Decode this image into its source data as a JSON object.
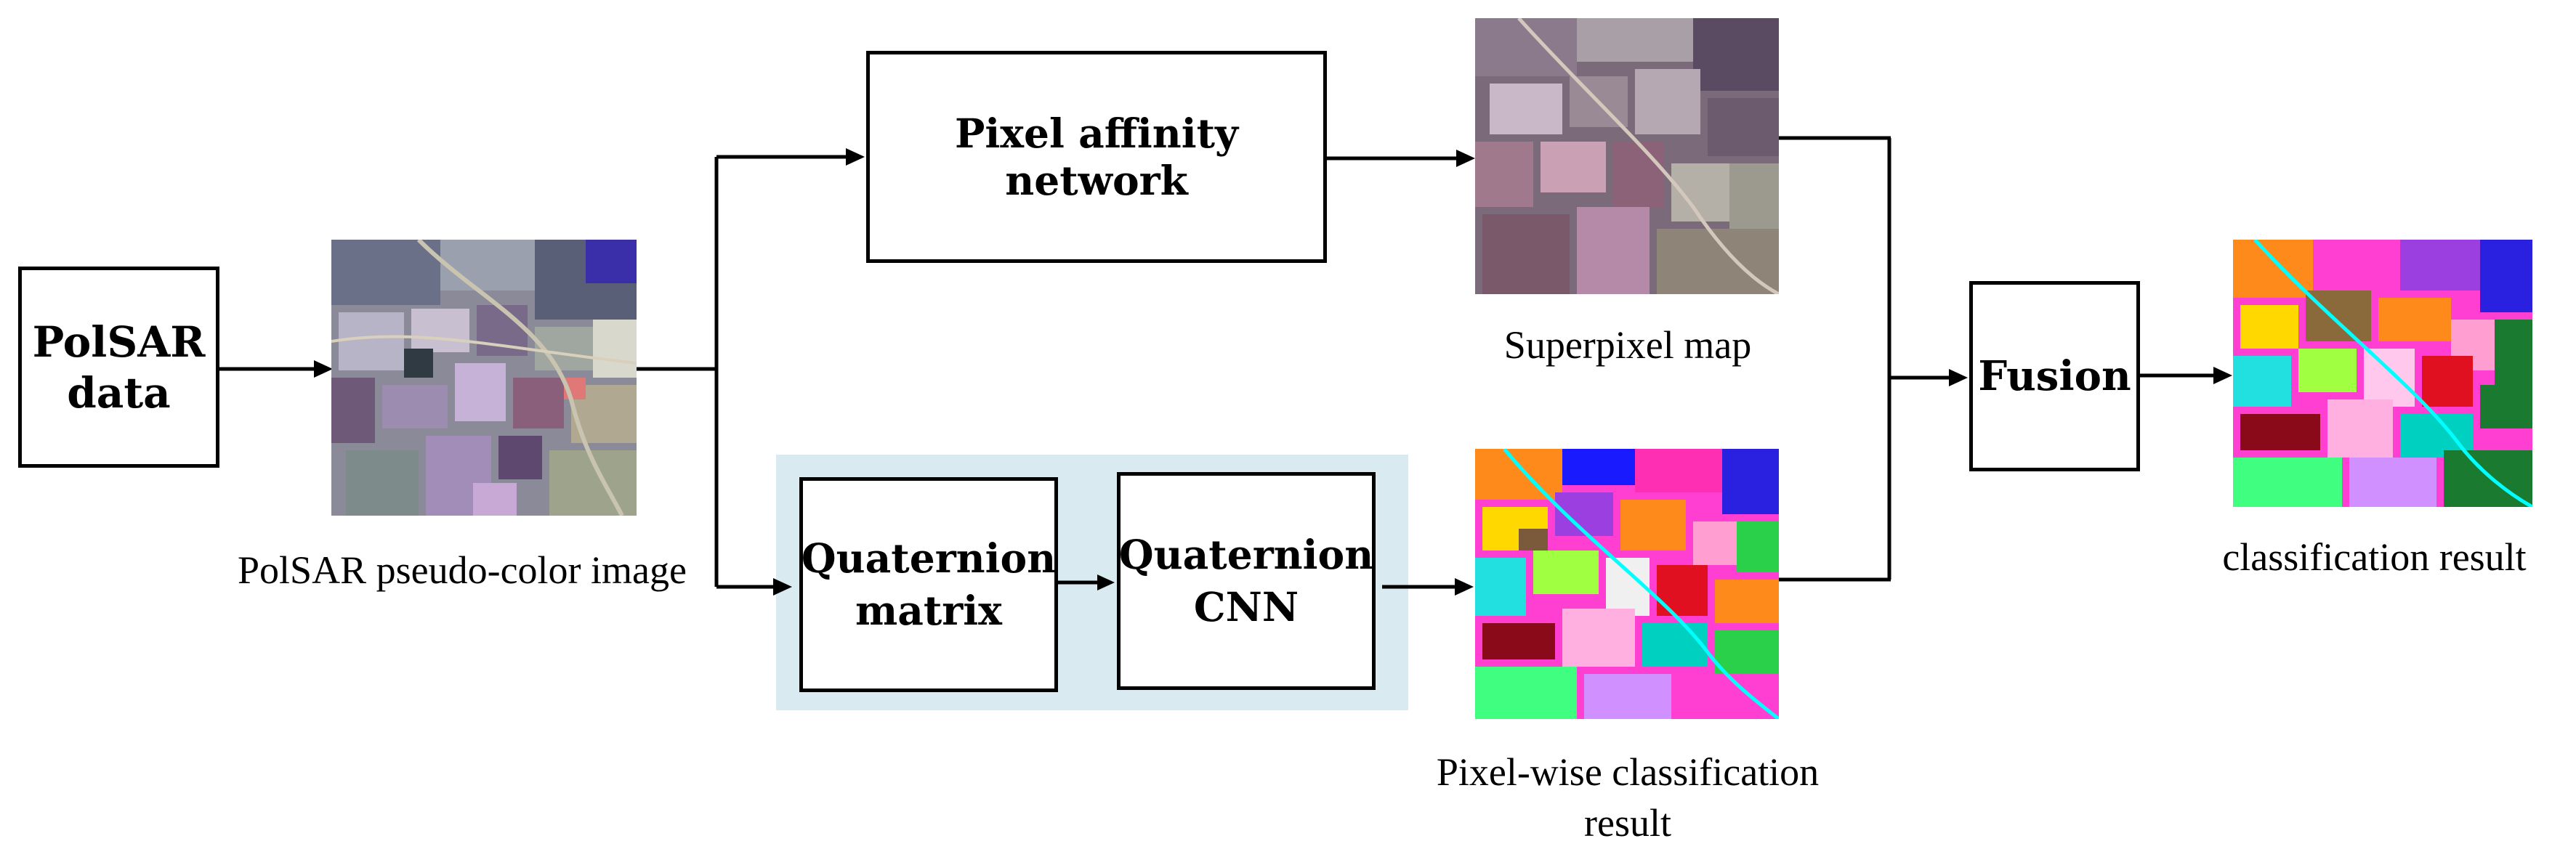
{
  "nodes": {
    "polsar_data": "PolSAR data",
    "pixel_affinity": "Pixel affinity network",
    "quaternion_matrix": "Quaternion matrix",
    "quaternion_cnn": "Quaternion CNN",
    "fusion": "Fusion"
  },
  "captions": {
    "pseudo_color": "PolSAR pseudo-color image",
    "superpixel": "Superpixel map",
    "pixel_wise": "Pixel-wise classification result",
    "classification": "classification result"
  },
  "colors": {
    "box_border": "#000000",
    "highlight_panel": "#d9ebf1",
    "arrow": "#000000"
  }
}
